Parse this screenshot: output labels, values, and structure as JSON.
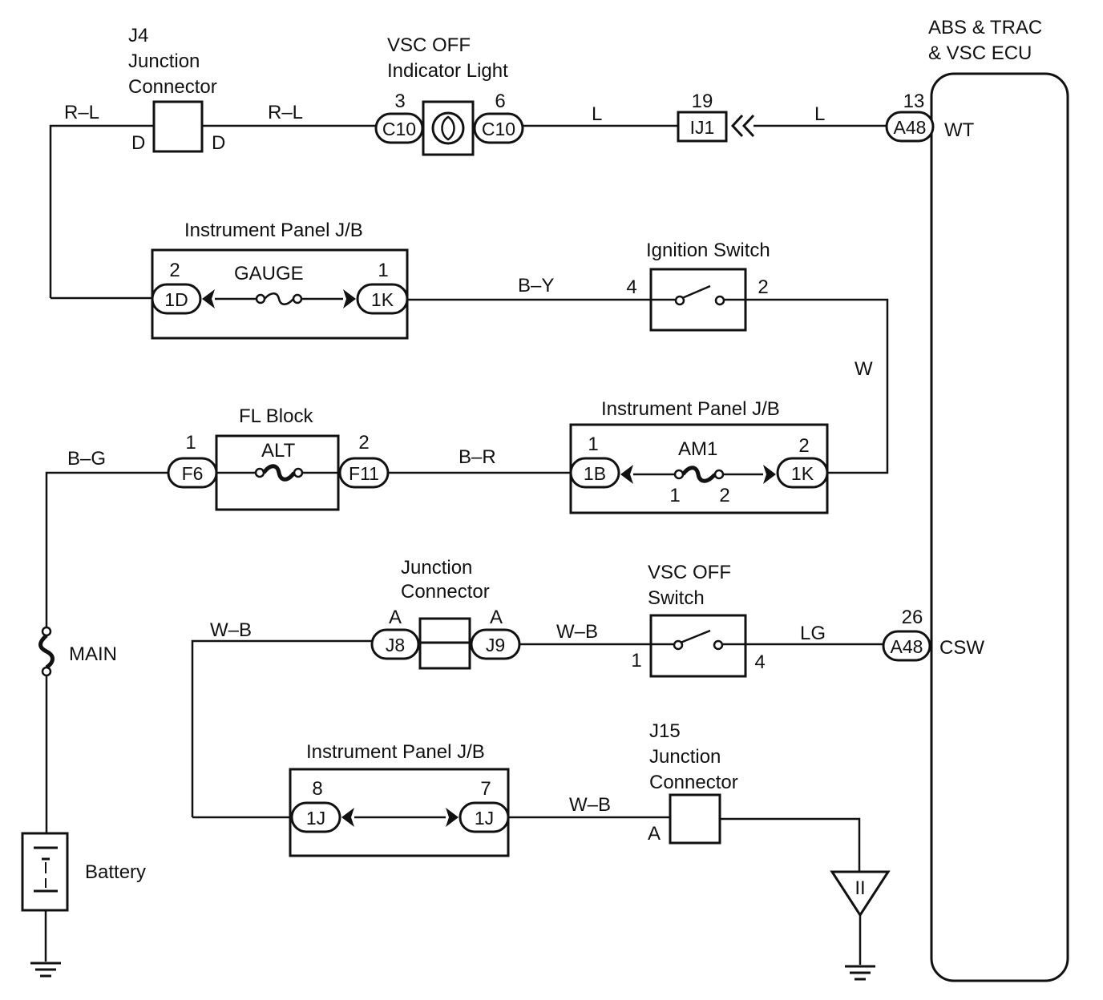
{
  "ecu": {
    "title_line1": "ABS & TRAC",
    "title_line2": "& VSC ECU",
    "term_wt": "WT",
    "term_csw": "CSW"
  },
  "j4": {
    "name": "J4",
    "line2": "Junction",
    "line3": "Connector",
    "pin_left": "D",
    "pin_right": "D"
  },
  "indicator": {
    "line1": "VSC OFF",
    "line2": "Indicator Light",
    "pin_left": "3",
    "pin_right": "6",
    "conn_left": "C10",
    "conn_right": "C10"
  },
  "ij1": {
    "pin": "19",
    "conn": "IJ1"
  },
  "ecu_pins": {
    "wt_pin": "13",
    "wt_conn": "A48",
    "csw_pin": "26",
    "csw_conn": "A48"
  },
  "wires": {
    "rl_left": "R–L",
    "rl_mid": "R–L",
    "l_left": "L",
    "l_right": "L",
    "by": "B–Y",
    "w": "W",
    "bg": "B–G",
    "br": "B–R",
    "wb_left": "W–B",
    "wb_mid": "W–B",
    "lg": "LG",
    "wb_bottom": "W–B"
  },
  "ipjb_gauge": {
    "title": "Instrument Panel J/B",
    "fuse": "GAUGE",
    "pin_left": "2",
    "pin_right": "1",
    "conn_left": "1D",
    "conn_right": "1K"
  },
  "ignition": {
    "title": "Ignition Switch",
    "pin_left": "4",
    "pin_right": "2"
  },
  "fl_block": {
    "title": "FL Block",
    "fuse": "ALT",
    "pin_left": "1",
    "pin_right": "2",
    "conn_left": "F6",
    "conn_right": "F11"
  },
  "ipjb_am1": {
    "title": "Instrument Panel J/B",
    "fuse": "AM1",
    "pin_left": "1",
    "pin_right": "2",
    "conn_left": "1B",
    "conn_right": "1K",
    "inner_left": "1",
    "inner_right": "2"
  },
  "junction": {
    "line1": "Junction",
    "line2": "Connector",
    "pin_left": "A",
    "pin_right": "A",
    "conn_left": "J8",
    "conn_right": "J9"
  },
  "vsc_switch": {
    "line1": "VSC OFF",
    "line2": "Switch",
    "pin_left": "1",
    "pin_right": "4"
  },
  "main_fuse": {
    "label": "MAIN"
  },
  "battery": {
    "label": "Battery"
  },
  "ipjb_1j": {
    "title": "Instrument Panel J/B",
    "pin_left": "8",
    "pin_right": "7",
    "conn_left": "1J",
    "conn_right": "1J"
  },
  "j15": {
    "line1": "J15",
    "line2": "Junction",
    "line3": "Connector",
    "pin": "A"
  },
  "ground_ii": {
    "label": "II"
  }
}
